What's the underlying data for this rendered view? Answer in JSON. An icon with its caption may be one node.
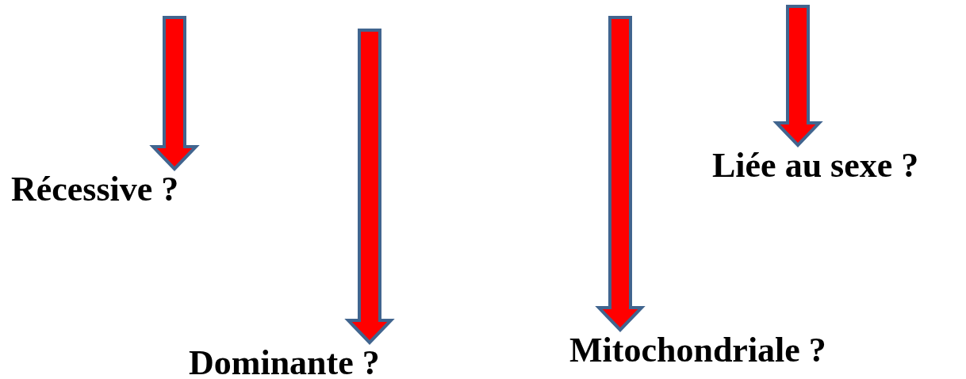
{
  "diagram": {
    "nodes": [
      {
        "text": [
          "Récessive ?"
        ]
      },
      {
        "text": [
          "Liée au sexe ?"
        ]
      },
      {
        "text": [
          "Dominante ?"
        ]
      },
      {
        "text": [
          "Mitochondriale ?"
        ]
      }
    ],
    "edges": [
      {
        "from": null,
        "to": 0,
        "arrow": "to"
      },
      {
        "from": null,
        "to": 2,
        "arrow": "to"
      },
      {
        "from": null,
        "to": 3,
        "arrow": "to"
      },
      {
        "from": null,
        "to": 1,
        "arrow": "to"
      }
    ]
  }
}
